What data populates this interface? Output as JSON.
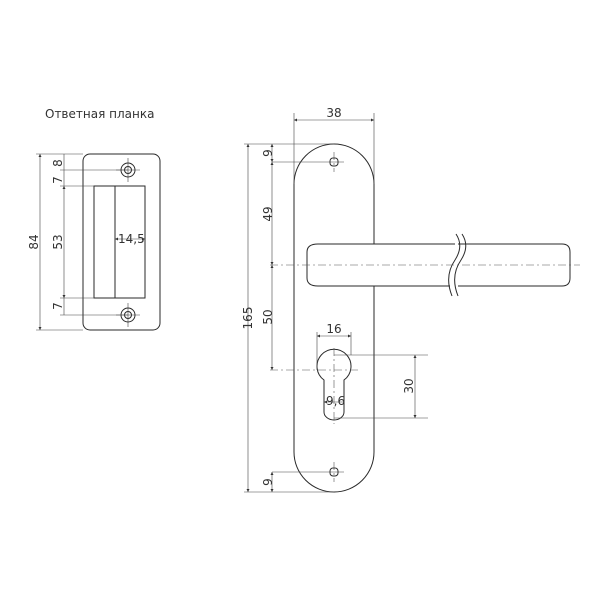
{
  "strike_plate": {
    "title": "Ответная планка",
    "dims": {
      "height": "84",
      "slot_height": "53",
      "top_offset_a": "7",
      "top_offset_b": "8",
      "bottom_offset": "7",
      "slot_width": "14,5"
    }
  },
  "handle": {
    "dims": {
      "width": "38",
      "height": "165",
      "top_hole": "9",
      "hole_to_lever": "49",
      "lever_to_cylinder": "50",
      "bottom_hole": "9",
      "cylinder_width": "16",
      "cylinder_height": "30",
      "slot_width": "9,6"
    }
  }
}
